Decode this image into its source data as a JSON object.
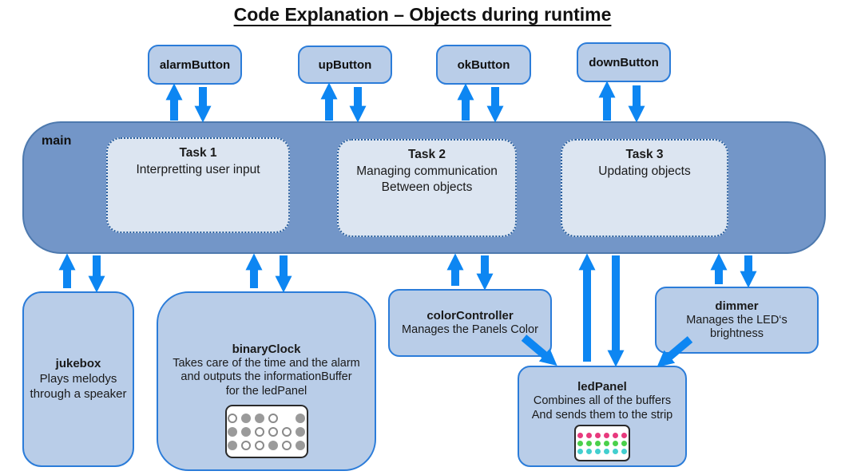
{
  "title": "Code Explanation – Objects during runtime",
  "buttons": [
    {
      "id": "alarmButton",
      "label": "alarmButton"
    },
    {
      "id": "upButton",
      "label": "upButton"
    },
    {
      "id": "okButton",
      "label": "okButton"
    },
    {
      "id": "downButton",
      "label": "downButton"
    }
  ],
  "main": {
    "label": "main",
    "tasks": [
      {
        "title": "Task 1",
        "lines": [
          "Interpretting user input"
        ]
      },
      {
        "title": "Task 2",
        "lines": [
          "Managing communication",
          "Between objects"
        ]
      },
      {
        "title": "Task 3",
        "lines": [
          "Updating objects"
        ]
      }
    ]
  },
  "objects": {
    "jukebox": {
      "title": "jukebox",
      "lines": [
        "Plays melodys",
        "through a speaker"
      ]
    },
    "binaryClock": {
      "title": "binaryClock",
      "lines": [
        "Takes care of the time and the alarm",
        "and outputs the informationBuffer",
        "for the ledPanel"
      ],
      "led_pattern": [
        [
          "open",
          "on",
          "on",
          "open",
          "none",
          "on"
        ],
        [
          "on",
          "on",
          "open",
          "open",
          "open",
          "on"
        ],
        [
          "on",
          "open",
          "open",
          "on",
          "open",
          "on"
        ]
      ]
    },
    "colorController": {
      "title": "colorController",
      "lines": [
        "Manages the Panels Color"
      ]
    },
    "dimmer": {
      "title": "dimmer",
      "lines": [
        "Manages the LED‘s",
        "brightness"
      ]
    },
    "ledPanel": {
      "title": "ledPanel",
      "lines": [
        "Combines all of the buffers",
        "And sends them to the strip"
      ],
      "led_pattern": [
        [
          "#e83a7d",
          "#e83a7d",
          "#e83a7d",
          "#e83a7d",
          "#e83a7d",
          "#e83a7d"
        ],
        [
          "#4bd04b",
          "#4bd04b",
          "#4bd04b",
          "#4bd04b",
          "#4bd04b",
          "#4bd04b"
        ],
        [
          "#42cfcf",
          "#42cfcf",
          "#42cfcf",
          "#42cfcf",
          "#42cfcf",
          "#42cfcf"
        ]
      ]
    }
  },
  "edges": [
    {
      "from": "alarmButton",
      "to": "main",
      "type": "bidirectional"
    },
    {
      "from": "upButton",
      "to": "main",
      "type": "bidirectional"
    },
    {
      "from": "okButton",
      "to": "main",
      "type": "bidirectional"
    },
    {
      "from": "downButton",
      "to": "main",
      "type": "bidirectional"
    },
    {
      "from": "main",
      "to": "jukebox",
      "type": "bidirectional"
    },
    {
      "from": "main",
      "to": "binaryClock",
      "type": "bidirectional"
    },
    {
      "from": "main",
      "to": "colorController",
      "type": "bidirectional"
    },
    {
      "from": "main",
      "to": "ledPanel",
      "type": "bidirectional"
    },
    {
      "from": "main",
      "to": "dimmer",
      "type": "bidirectional"
    },
    {
      "from": "colorController",
      "to": "ledPanel",
      "type": "directed"
    },
    {
      "from": "dimmer",
      "to": "ledPanel",
      "type": "directed"
    }
  ],
  "colors": {
    "arrow": "#0d86f2",
    "node_fill": "#b9cde8",
    "node_border": "#2b7cd9",
    "main_fill": "#7396c8",
    "main_border": "#4d79ae",
    "task_fill": "#dce5f1",
    "task_border": "#2a5f9e",
    "led_gray": "#9a9a9a",
    "led_pink": "#e83a7d",
    "led_green": "#4bd04b",
    "led_cyan": "#42cfcf"
  }
}
